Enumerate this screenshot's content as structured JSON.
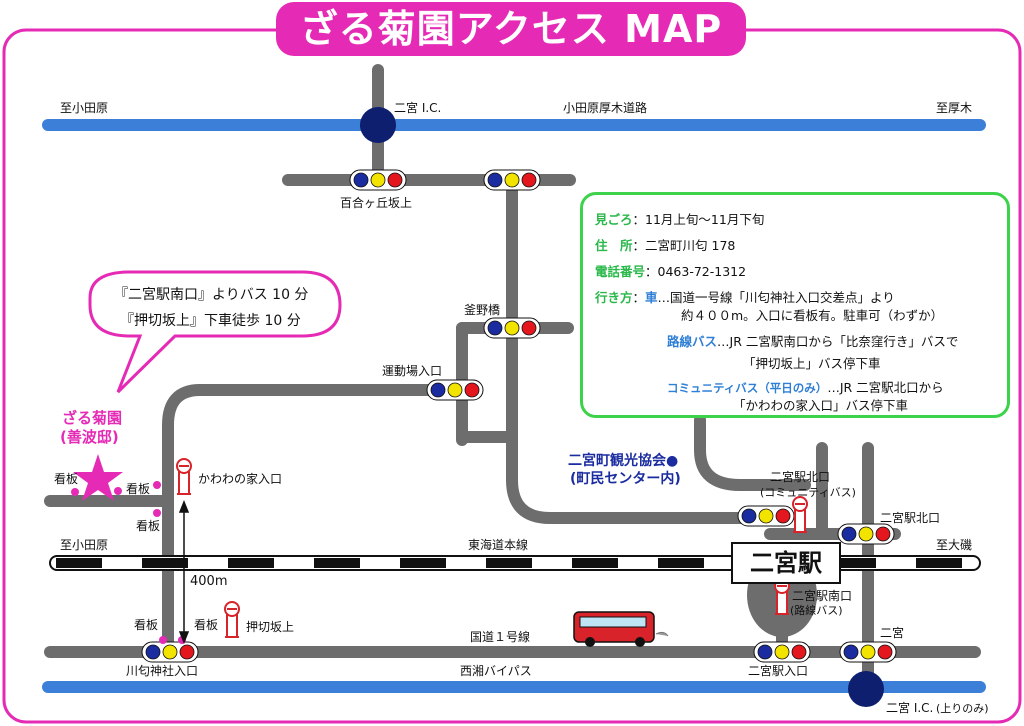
{
  "title": "ざる菊園アクセス MAP",
  "colors": {
    "frame": "#e52bb5",
    "road": "#6d6d6d",
    "highway": "#3b7fd8",
    "ic": "#0d1f6e",
    "info_border": "#3cd34a",
    "bus": "#d8232a"
  },
  "icons": [
    "star-icon",
    "bus-stop-icon",
    "traffic-signal-icon",
    "bus-icon",
    "info-dot-icon"
  ],
  "labels": {
    "to_odawara_top": "至小田原",
    "ninomiya_ic_top": "二宮 I.C.",
    "odawara_atsugi_road": "小田原厚木道路",
    "to_atsugi": "至厚木",
    "yurigaoka": "百合ヶ丘坂上",
    "kamanobashi": "釜野橋",
    "undojo": "運動場入口",
    "kawawa": "かわわの家入口",
    "ninomiya_kitaguchi_comm": "二宮駅北口",
    "comm_bus_note": "(コミュニティバス)",
    "ninomiya_kitaguchi": "二宮駅北口",
    "to_odawara_mid": "至小田原",
    "tokaido": "東海道本線",
    "to_oiso": "至大磯",
    "station": "二宮駅",
    "minamiguchi": "二宮駅南口",
    "rosen_bus_note": "(路線バス)",
    "oshikiri": "押切坂上",
    "kokudo1": "国道１号線",
    "ninomiya": "二宮",
    "kawawa_jinja": "川匂神社入口",
    "seisho_bypass": "西湘バイパス",
    "ninomiya_iriguchi": "二宮駅入口",
    "ninomiya_ic_bottom": "二宮 I.C.",
    "ic_note": "(上りのみ)",
    "distance": "400m",
    "kanban1": "看板",
    "kanban2": "看板",
    "kanban3": "看板",
    "kanban4": "看板",
    "kanban5": "看板",
    "tourist_assoc_1": "二宮町観光協会●",
    "tourist_assoc_2": "(町民センター内)",
    "garden_name": "ざる菊園",
    "garden_sub": "(善波邸)"
  },
  "bubble": {
    "line1": "『二宮駅南口』よりバス 10 分",
    "line2": "『押切坂上』下車徒歩 10 分"
  },
  "info": {
    "season_key": "見ごろ",
    "season_val": "：11月上旬～11月下旬",
    "address_key": "住　所",
    "address_val": "：二宮町川匂 178",
    "phone_key": "電話番号",
    "phone_val": "：0463-72-1312",
    "route_key": "行き方",
    "car_key": "車",
    "car_line1": "…国道一号線「川匂神社入口交差点」より",
    "car_line2": "約４００m。入口に看板有。駐車可（わずか）",
    "bus_key": "路線バス",
    "bus_line1": "…JR 二宮駅南口から「比奈窪行き」バスで",
    "bus_line2": "「押切坂上」バス停下車",
    "comm_key": "コミュニティバス（平日のみ）",
    "comm_line1": "…JR 二宮駅北口から",
    "comm_line2": "「かわわの家入口」バス停下車"
  }
}
